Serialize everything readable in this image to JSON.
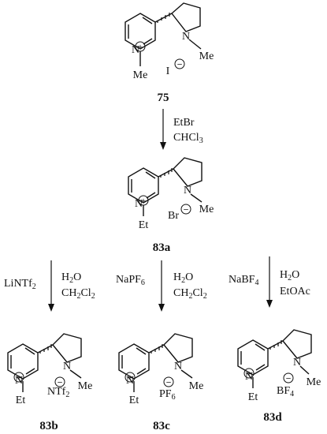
{
  "scheme": {
    "top": {
      "compound": "75",
      "n_sub": "Me",
      "n_sub_ring": "Me",
      "counterion": "I"
    },
    "step1": {
      "reagent_1": "EtBr",
      "reagent_2a": "CHCl",
      "reagent_2b": "3"
    },
    "middle": {
      "compound": "83a",
      "n_sub": "Et",
      "n_sub_ring": "Me",
      "counterion": "Br"
    },
    "branches": [
      {
        "reagent_main": "LiNTf",
        "reagent_main_sub": "2",
        "solvent_1": "H",
        "solvent_1_sub": "2",
        "solvent_1_tail": "O",
        "solvent_2": "CH",
        "solvent_2_sub1": "2",
        "solvent_2_mid": "Cl",
        "solvent_2_sub2": "2",
        "product": "83b",
        "n_sub": "Et",
        "n_sub_ring": "Me",
        "counterion": "NTf",
        "counterion_sub": "2"
      },
      {
        "reagent_main": "NaPF",
        "reagent_main_sub": "6",
        "solvent_1": "H",
        "solvent_1_sub": "2",
        "solvent_1_tail": "O",
        "solvent_2": "CH",
        "solvent_2_sub1": "2",
        "solvent_2_mid": "Cl",
        "solvent_2_sub2": "2",
        "product": "83c",
        "n_sub": "Et",
        "n_sub_ring": "Me",
        "counterion": "PF",
        "counterion_sub": "6"
      },
      {
        "reagent_main": "NaBF",
        "reagent_main_sub": "4",
        "solvent_1": "H",
        "solvent_1_sub": "2",
        "solvent_1_tail": "O",
        "solvent_2": "EtOAc",
        "product": "83d",
        "n_sub": "Et",
        "n_sub_ring": "Me",
        "counterion": "BF",
        "counterion_sub": "4"
      }
    ],
    "symbols": {
      "plus": "+",
      "minus": "−",
      "ring_n": "N"
    }
  }
}
